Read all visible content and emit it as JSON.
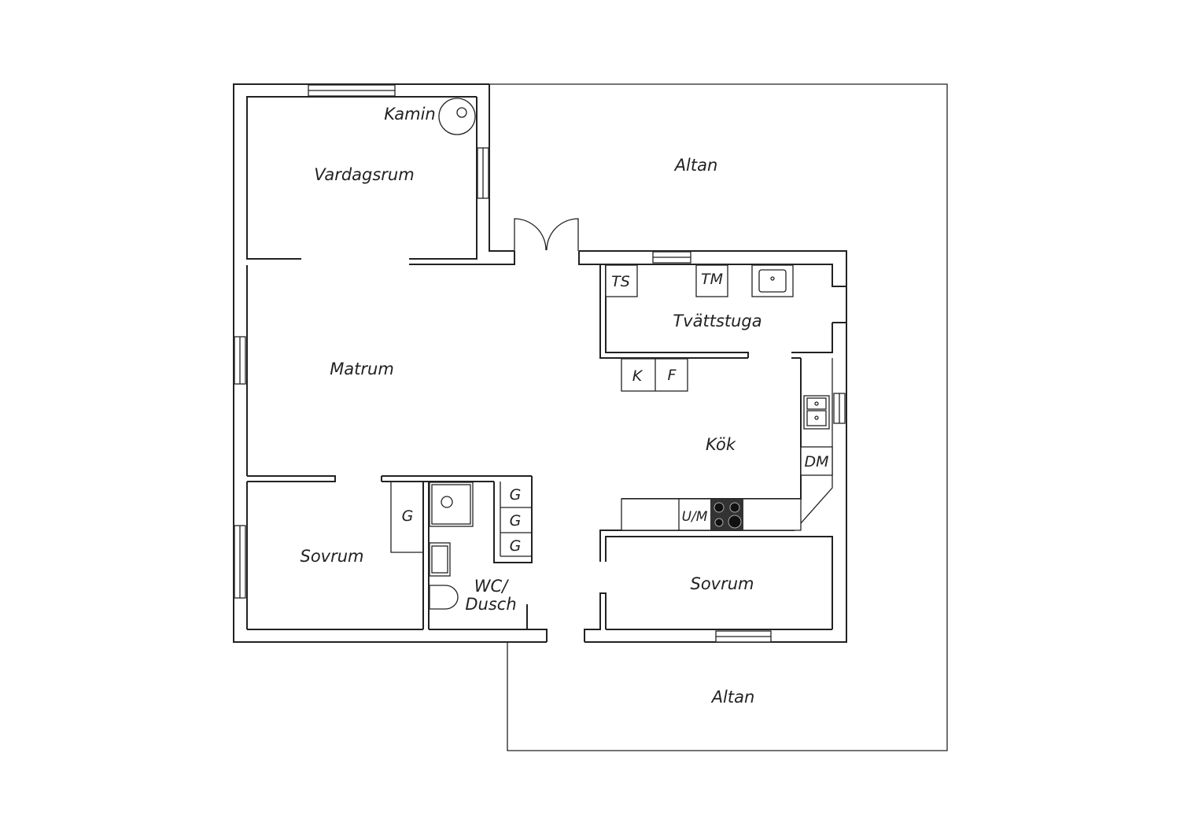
{
  "rooms": {
    "kamin": "Kamin",
    "vardagsrum": "Vardagsrum",
    "altan_top": "Altan",
    "matrum": "Matrum",
    "tvattstuga": "Tvättstuga",
    "kok": "Kök",
    "sovrum_left": "Sovrum",
    "wc_line1": "WC/",
    "wc_line2": "Dusch",
    "sovrum_right": "Sovrum",
    "altan_bottom": "Altan"
  },
  "appliances": {
    "ts": "TS",
    "tm": "TM",
    "k": "K",
    "f": "F",
    "dm": "DM",
    "um": "U/M",
    "g_left": "G",
    "g1": "G",
    "g2": "G",
    "g3": "G"
  }
}
